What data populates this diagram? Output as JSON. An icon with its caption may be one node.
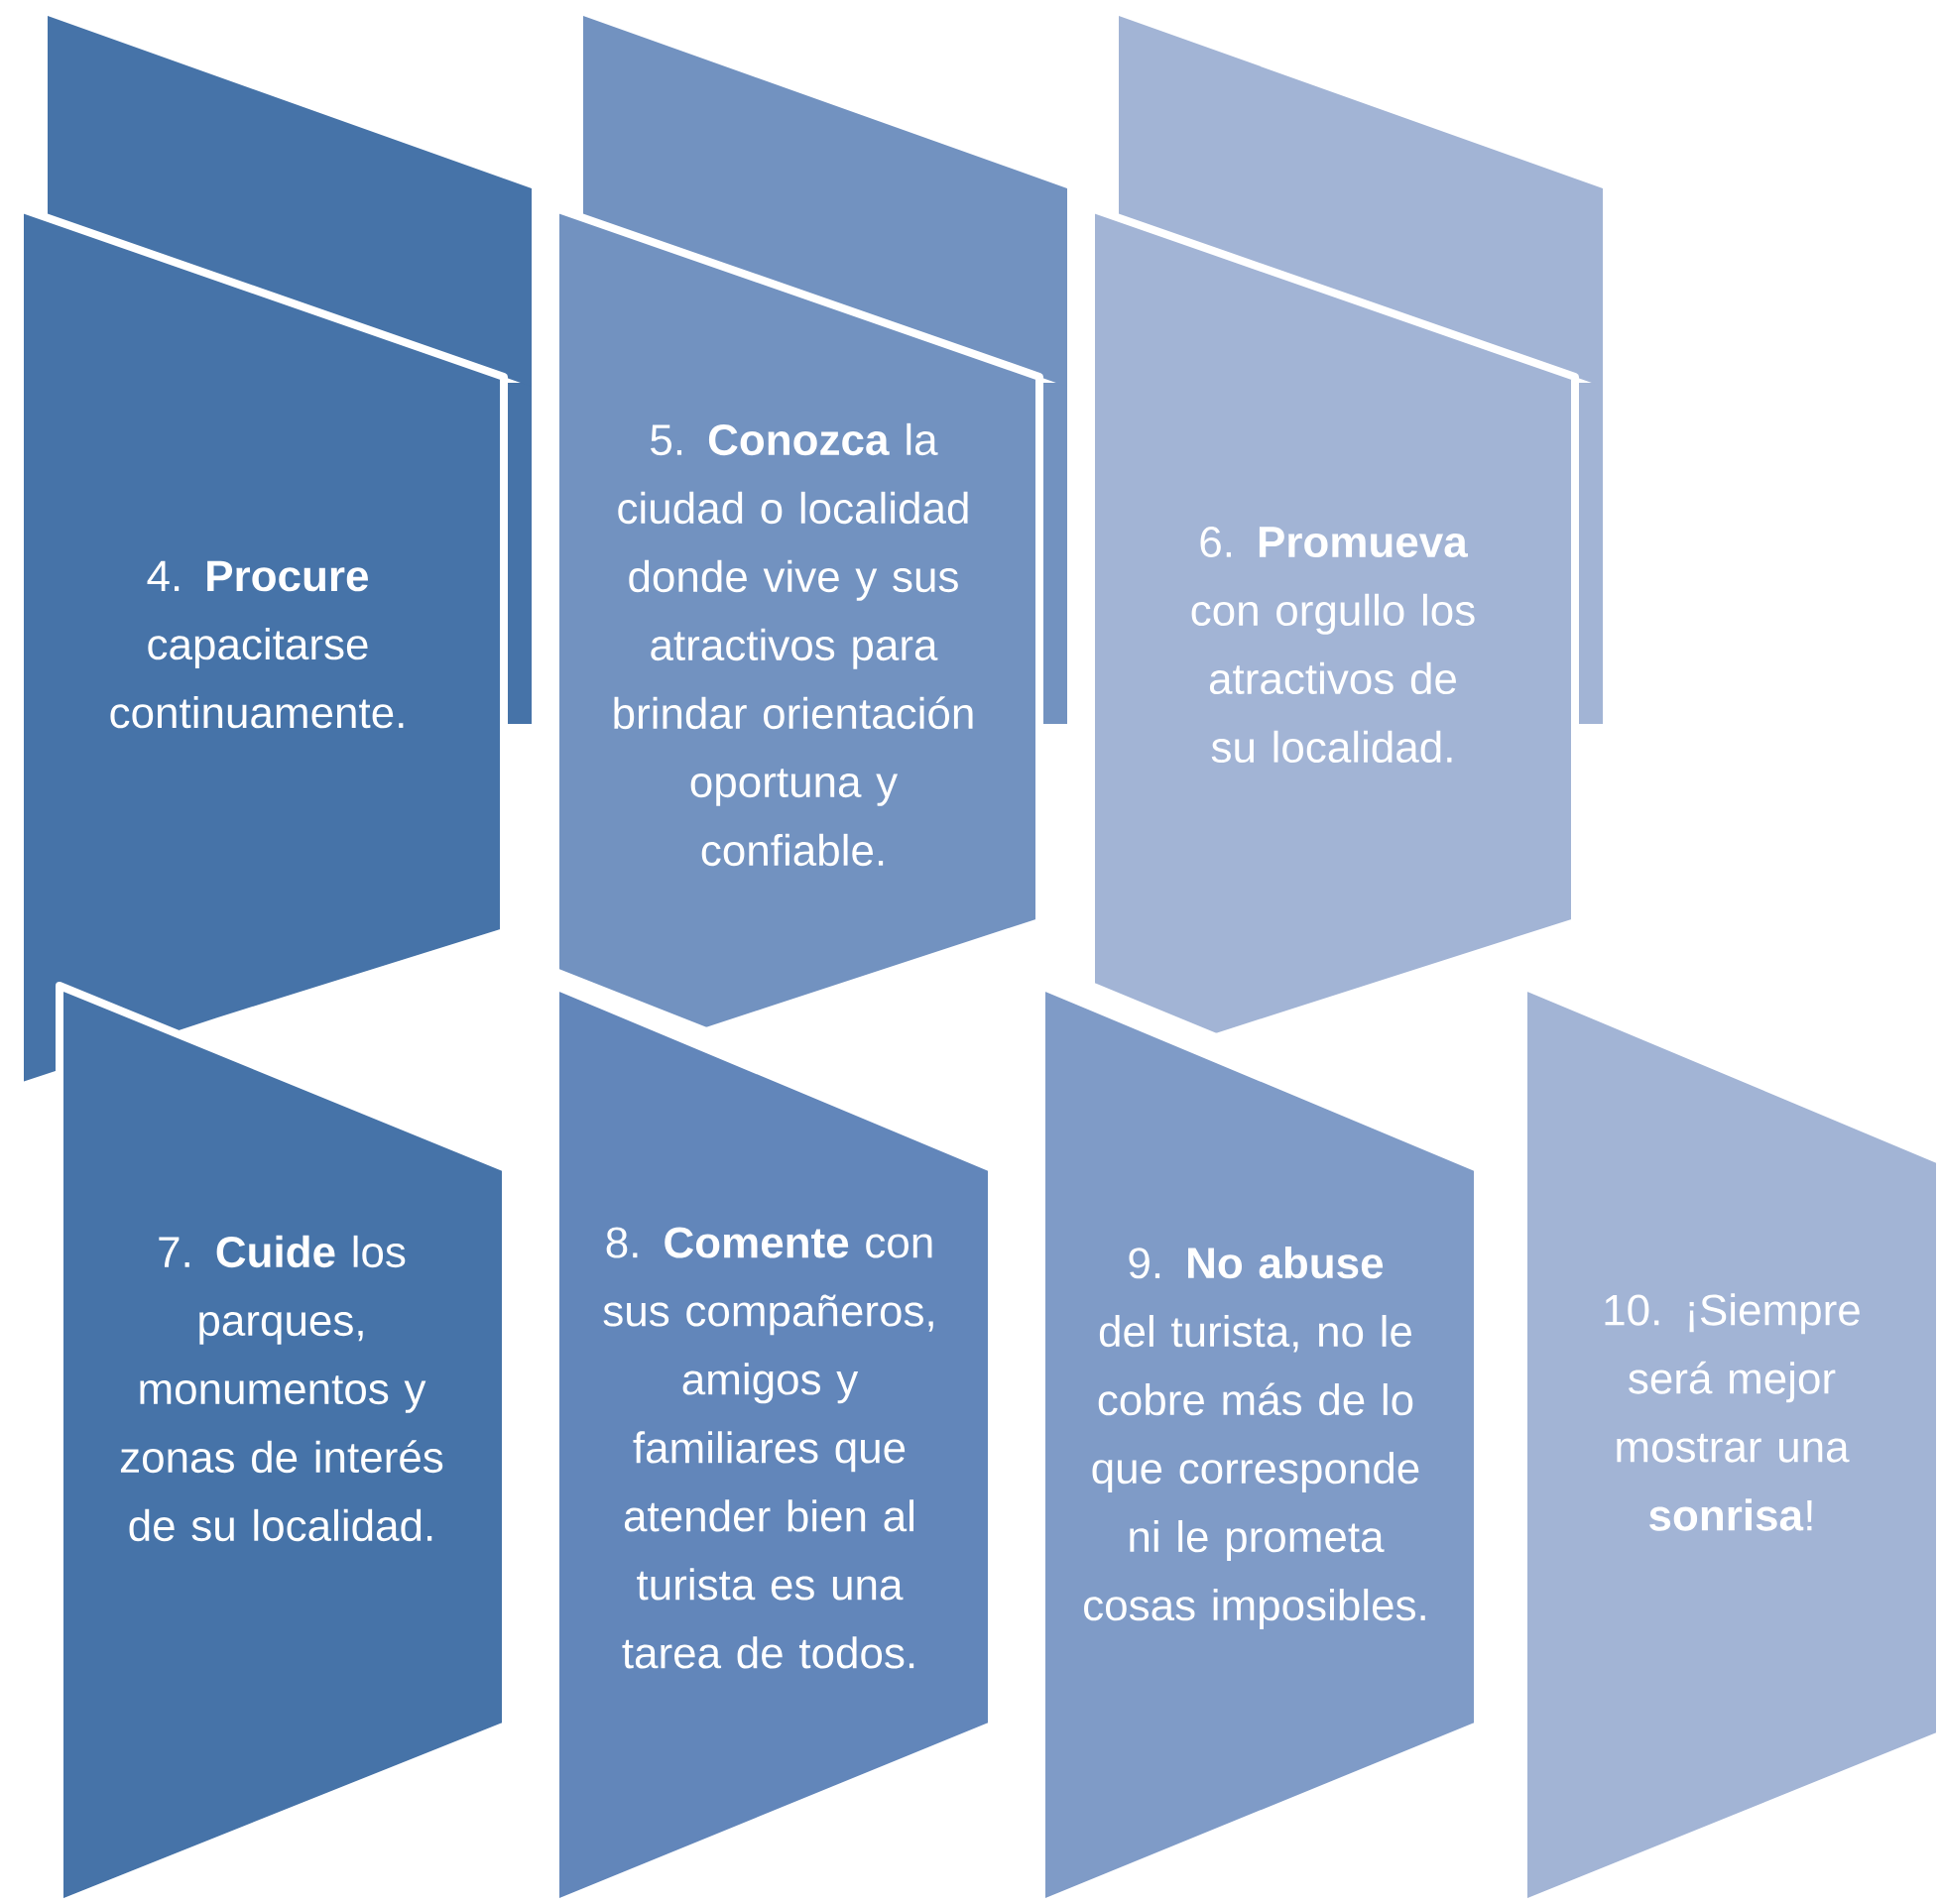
{
  "diagram": {
    "nodes": [
      {
        "text": [],
        "shape": "box"
      },
      {
        "text": [],
        "shape": "box"
      },
      {
        "text": [],
        "shape": "box"
      },
      {
        "text": [
          "4. **Procure** capacitarse continuamente."
        ]
      },
      {
        "text": [
          "5. **Conozca** la ciudad o localidad donde vive y sus atractivos para brindar orientación oportuna y confiable."
        ]
      },
      {
        "text": [
          "6. **Promueva** con orgullo los atractivos de su localidad."
        ]
      },
      {
        "text": [
          "7. **Cuide** los parques, monumentos y zonas de interés de su localidad."
        ]
      },
      {
        "text": [
          "8. **Comente** con sus compañeros, amigos y familiares que atender bien al turista es una tarea de todos."
        ]
      },
      {
        "text": [
          "9. **No abuse** del turista, no le cobre más de lo que corresponde ni le prometa cosas imposibles."
        ]
      },
      {
        "text": [
          "10. ¡Siempre será mejor mostrar una **sonrisa**!"
        ]
      }
    ]
  }
}
